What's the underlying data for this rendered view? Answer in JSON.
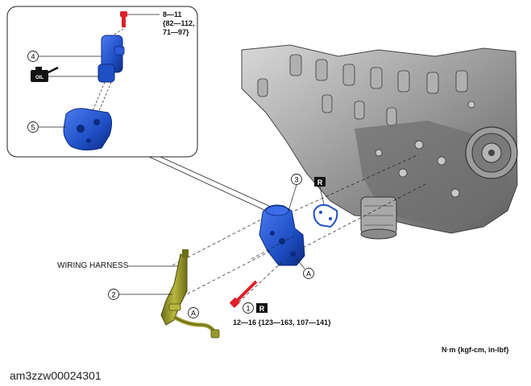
{
  "callouts": {
    "c1": "1",
    "c2": "2",
    "c3": "3",
    "c4": "4",
    "c5": "5",
    "a_top": "A",
    "a_bottom": "A"
  },
  "badges": {
    "replace_gasket": "R",
    "replace_bolt": "R"
  },
  "oil_icon_text": "OIL",
  "torque_top": {
    "line1": "8—11",
    "line2": "{82—112,",
    "line3": "71—97}"
  },
  "torque_bottom": "12—16 {123—163, 107—141}",
  "wiring_harness_label": "WIRING HARNESS",
  "units_label": "N·m {kgf-cm, in-lbf}",
  "figure_id": "am3zzw00024301",
  "colors": {
    "part_blue": "#1e4fc4",
    "part_blue_dark": "#0d2a80",
    "bolt_red": "#e0202a",
    "harness_olive": "#9a9a2a",
    "engine_gray": "#8e8e8e"
  }
}
